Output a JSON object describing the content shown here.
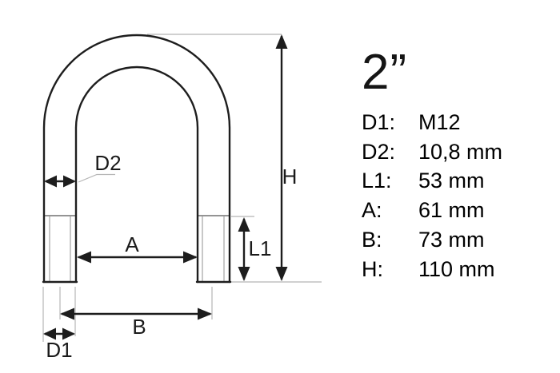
{
  "title": "2”",
  "specs": [
    {
      "label": "D1:",
      "value": "M12"
    },
    {
      "label": "D2:",
      "value": "10,8 mm"
    },
    {
      "label": "L1:",
      "value": "53 mm"
    },
    {
      "label": "A:",
      "value": "61 mm"
    },
    {
      "label": "B:",
      "value": "73 mm"
    },
    {
      "label": "H:",
      "value": "110 mm"
    }
  ],
  "drawing": {
    "labels": {
      "d2": "D2",
      "a": "A",
      "b": "B",
      "d1": "D1",
      "l1": "L1",
      "h": "H"
    }
  },
  "colors": {
    "outline": "#1e1e1e",
    "dimension": "#1d1d1d",
    "extension": "#b5b5b5",
    "thread": "#9c9c9c",
    "text": "#1a1a1a",
    "background": "#ffffff"
  }
}
